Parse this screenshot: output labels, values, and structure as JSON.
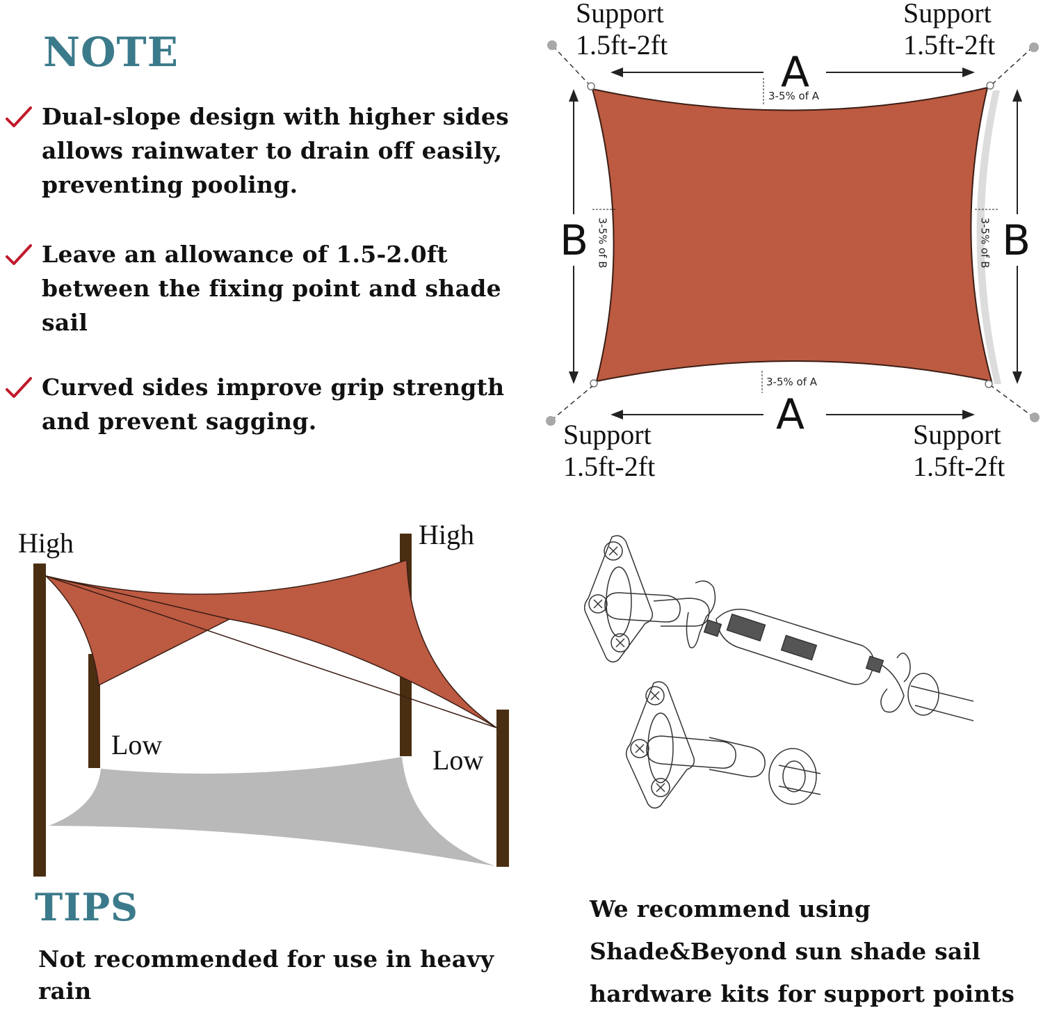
{
  "note": {
    "heading": "NOTE",
    "items": [
      {
        "icon": "checkmark-icon",
        "lines": [
          "Dual-slope design with higher sides",
          "allows rainwater to drain off easily,",
          "preventing pooling."
        ]
      },
      {
        "icon": "checkmark-icon",
        "lines": [
          "Leave an allowance of 1.5-2.0ft",
          "between the fixing point and shade",
          "sail"
        ]
      },
      {
        "icon": "checkmark-icon",
        "lines": [
          "Curved sides improve grip strength",
          "and prevent sagging."
        ]
      }
    ]
  },
  "diagram_rect": {
    "support_labels": [
      {
        "position": "top-left",
        "line1": "Support",
        "line2": "1.5ft-2ft"
      },
      {
        "position": "top-right",
        "line1": "Support",
        "line2": "1.5ft-2ft"
      },
      {
        "position": "bottom-left",
        "line1": "Support",
        "line2": "1.5ft-2ft"
      },
      {
        "position": "bottom-right",
        "line1": "Support",
        "line2": "1.5ft-2ft"
      }
    ],
    "dimension_a": "A",
    "dimension_b": "B",
    "curve_a_note": "3-5% of A",
    "curve_b_note": "3-5% of B",
    "sail_color": "#bd5a42"
  },
  "diagram_install": {
    "labels": {
      "high_left": "High",
      "high_right": "High",
      "low_left": "Low",
      "low_right": "Low"
    },
    "post_color": "#4a2e12",
    "sail_color": "#bd5a42",
    "shadow_color": "#b9b9b9"
  },
  "hardware_illustration": {
    "icon": "turnbuckle-hardware-icon"
  },
  "tips": {
    "heading": "TIPS",
    "lines": [
      "Not recommended for use in heavy",
      "rain"
    ]
  },
  "recommend": {
    "lines": [
      "We recommend using",
      "Shade&Beyond sun shade sail",
      "hardware kits for support points"
    ]
  },
  "colors": {
    "heading": "#3b7a8a",
    "check": "#c0182b"
  }
}
